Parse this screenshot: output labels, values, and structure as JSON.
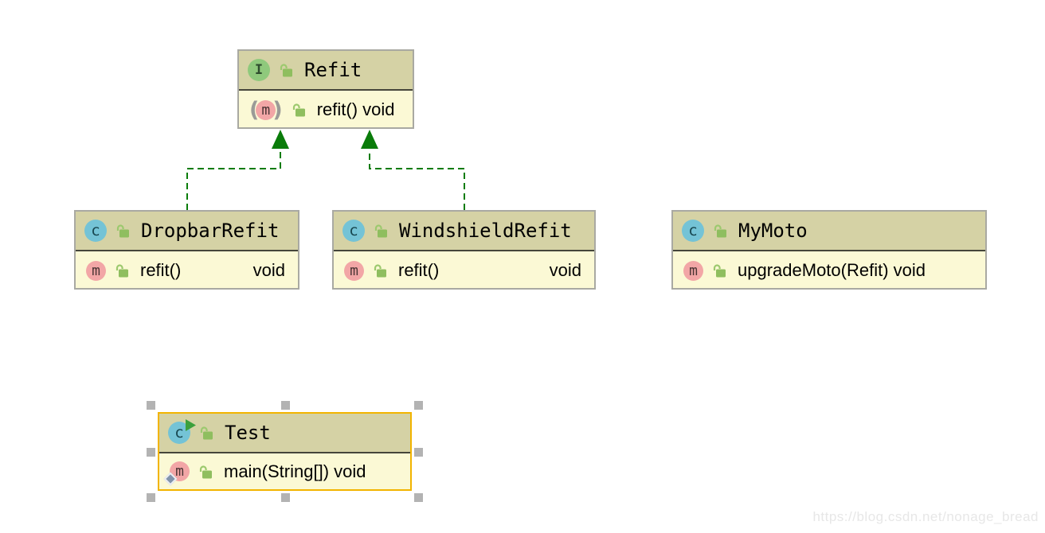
{
  "diagram": {
    "watermark": "https://blog.csdn.net/nonage_bread"
  },
  "palette": {
    "node_header_bg": "#d5d2a5",
    "node_body_bg": "#fbf9d5",
    "node_border": "#a9a9a2",
    "divider": "#45453a",
    "interface_icon": "#8fc97c",
    "class_icon": "#74c3d6",
    "method_icon": "#f2a6a6",
    "lock_green": "#8fbe5f",
    "edge_green": "#0a7c0a",
    "selection_gold": "#f2b400",
    "handle_gray": "#b3b3b3"
  },
  "icons": {
    "interface_letter": "I",
    "class_letter": "c",
    "method_letter": "m",
    "abstract_open_paren": "(",
    "abstract_close_paren": ")"
  },
  "nodes": [
    {
      "name": "Refit",
      "stereotype": "interface",
      "selected": false,
      "members": [
        {
          "label": "refit() void",
          "rtype": ""
        }
      ]
    },
    {
      "name": "DropbarRefit",
      "stereotype": "class",
      "selected": false,
      "members": [
        {
          "label": "refit()",
          "rtype": "void"
        }
      ]
    },
    {
      "name": "WindshieldRefit",
      "stereotype": "class",
      "selected": false,
      "members": [
        {
          "label": "refit()",
          "rtype": "void"
        }
      ]
    },
    {
      "name": "MyMoto",
      "stereotype": "class",
      "selected": false,
      "members": [
        {
          "label": "upgradeMoto(Refit) void",
          "rtype": ""
        }
      ]
    },
    {
      "name": "Test",
      "stereotype": "runnable-class",
      "selected": true,
      "members": [
        {
          "label": "main(String[]) void",
          "rtype": ""
        }
      ]
    }
  ],
  "edges": [
    {
      "from": "DropbarRefit",
      "to": "Refit",
      "type": "implements"
    },
    {
      "from": "WindshieldRefit",
      "to": "Refit",
      "type": "implements"
    }
  ]
}
